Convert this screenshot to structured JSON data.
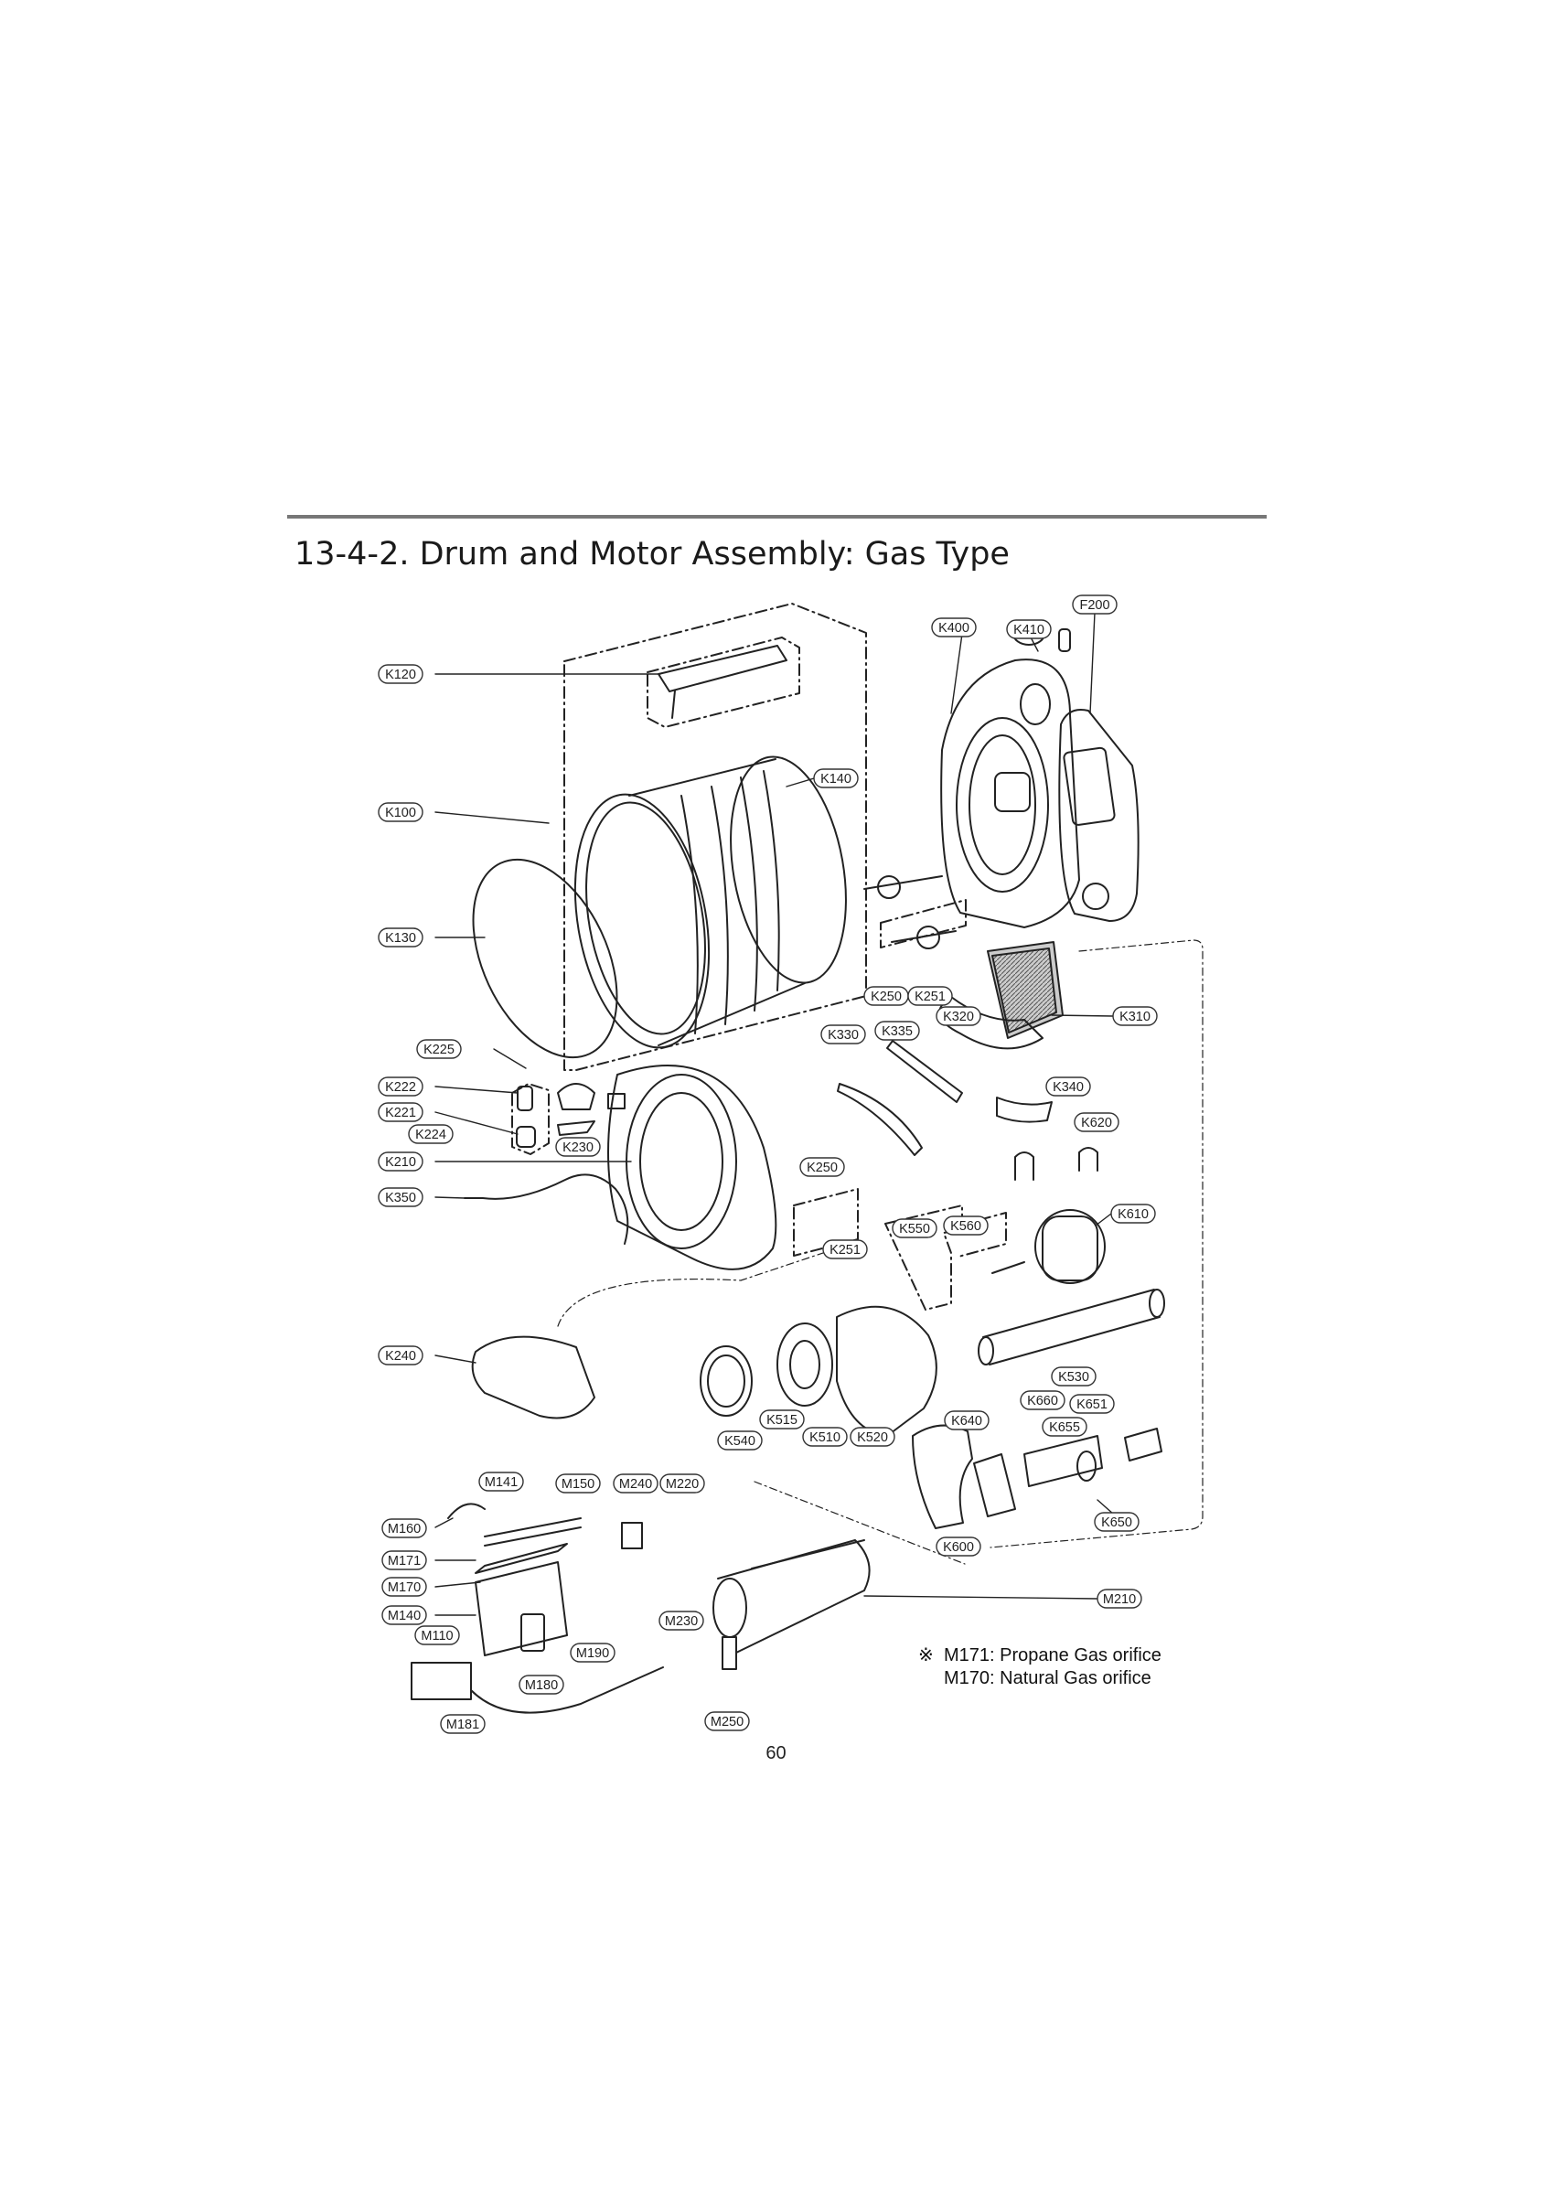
{
  "page": {
    "title": "13-4-2. Drum and Motor Assembly: Gas Type",
    "page_number": "60"
  },
  "note": {
    "symbol": "※",
    "line1": "M171: Propane Gas orifice",
    "line2": "M170: Natural Gas orifice"
  },
  "labels": {
    "F200": "F200",
    "K400": "K400",
    "K410": "K410",
    "K120": "K120",
    "K140": "K140",
    "K100": "K100",
    "K130": "K130",
    "K250a": "K250",
    "K251a": "K251",
    "K310": "K310",
    "K320": "K320",
    "K330": "K330",
    "K335": "K335",
    "K225": "K225",
    "K222": "K222",
    "K340": "K340",
    "K221": "K221",
    "K620": "K620",
    "K224": "K224",
    "K230": "K230",
    "K210": "K210",
    "K250b": "K250",
    "K350": "K350",
    "K610": "K610",
    "K550": "K550",
    "K560": "K560",
    "K251b": "K251",
    "K240": "K240",
    "K530": "K530",
    "K660": "K660",
    "K651": "K651",
    "K515": "K515",
    "K640": "K640",
    "K655": "K655",
    "K540": "K540",
    "K510": "K510",
    "K520": "K520",
    "M141": "M141",
    "M150": "M150",
    "M240": "M240",
    "M220": "M220",
    "K650": "K650",
    "M160": "M160",
    "K600": "K600",
    "M171": "M171",
    "M170": "M170",
    "M210": "M210",
    "M140": "M140",
    "M230": "M230",
    "M110": "M110",
    "M190": "M190",
    "M180": "M180",
    "M181": "M181",
    "M250": "M250"
  }
}
